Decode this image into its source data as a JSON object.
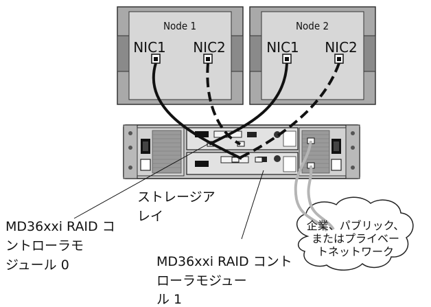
{
  "nodes": [
    {
      "title": "Node 1",
      "nic_a": "NIC1",
      "nic_b": "NIC2"
    },
    {
      "title": "Node 2",
      "nic_a": "NIC1",
      "nic_b": "NIC2"
    }
  ],
  "storage_array_label": [
    "ストレージア",
    "レイ"
  ],
  "controller_0_label": [
    "MD36xxi RAID コ",
    "ントローラモ",
    "ジュール 0"
  ],
  "controller_1_label": [
    "MD36xxi RAID コント",
    "ローラモジュー",
    "ル 1"
  ],
  "network_cloud_label": [
    "企業、パブリック、",
    "またはプライベー",
    "トネットワーク"
  ]
}
